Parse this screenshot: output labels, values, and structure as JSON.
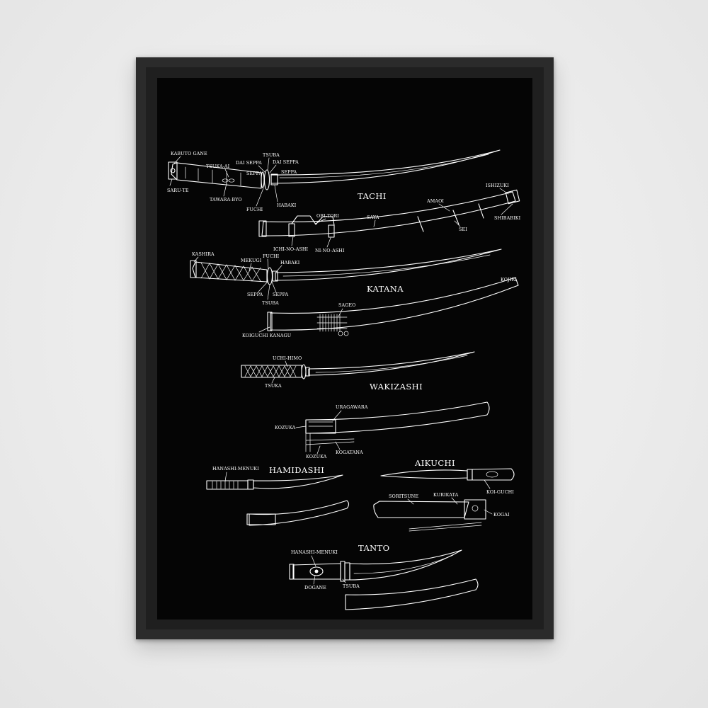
{
  "swords": {
    "tachi": {
      "title": "TACHI",
      "labels": [
        "KABUTO GANE",
        "TSUKA-AI",
        "DAI SEPPA",
        "TSUBA",
        "DAI SEPPA",
        "SEPPA",
        "SEPPA",
        "SARU-TE",
        "TAWARA-BYO",
        "FUCHI",
        "HABAKI"
      ]
    },
    "tachi_saya": {
      "labels": [
        "OBI-TORI",
        "SAYA",
        "AMAOI",
        "ISHIZUKI",
        "SHIBABIKI",
        "SEI",
        "ICHI-NO-ASHI",
        "NI-NO-ASHI"
      ]
    },
    "katana": {
      "title": "KATANA",
      "labels": [
        "KASHIRA",
        "MEKUGI",
        "FUCHI",
        "HABAKI",
        "SEPPA",
        "SEPPA",
        "TSUBA"
      ]
    },
    "katana_saya": {
      "labels": [
        "KOJIRI",
        "SAGEO",
        "KOIGUCHI KANAGU"
      ]
    },
    "wakizashi": {
      "title": "WAKIZASHI",
      "labels": [
        "UCHI-HIMO",
        "TSUKA"
      ]
    },
    "wakizashi_saya": {
      "labels": [
        "URAGAWARA",
        "KOZUKA",
        "KOZUKA",
        "KOGATANA"
      ]
    },
    "hamidashi": {
      "title": "HAMIDASHI",
      "labels": [
        "HANASHI-MENUKI"
      ]
    },
    "aikuchi": {
      "title": "AIKUCHI",
      "labels": [
        "KOI-GUCHI",
        "SORITSUNE",
        "KURIKATA",
        "KOGAI"
      ]
    },
    "tanto": {
      "title": "TANTO",
      "labels": [
        "HANASHI-MENUKI",
        "DOGANE",
        "TSUBA"
      ]
    }
  }
}
